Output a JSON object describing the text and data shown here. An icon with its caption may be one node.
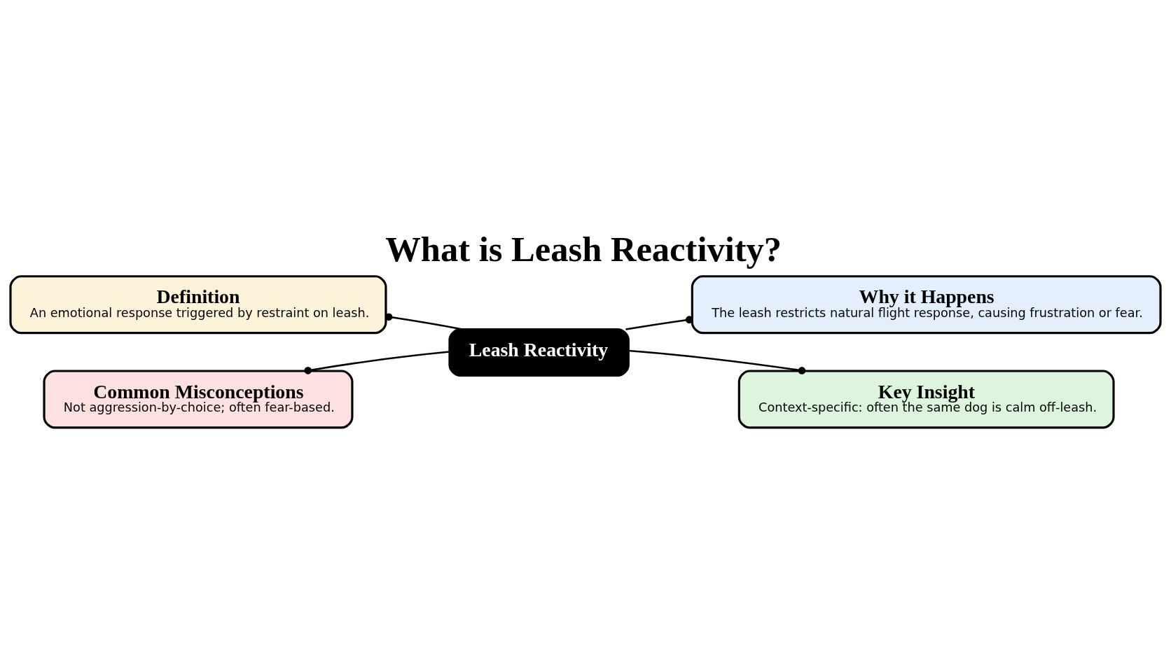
{
  "diagram": {
    "title": "What is Leash Reactivity?",
    "nodes": [
      {
        "text": [
          "Definition",
          "An emotional response triggered by restraint on leash."
        ]
      },
      {
        "text": [
          "Why it Happens",
          "The leash restricts natural flight response, causing frustration or fear."
        ]
      },
      {
        "text": [
          "Leash Reactivity"
        ]
      },
      {
        "text": [
          "Common Misconceptions",
          "Not aggression-by-choice; often fear-based."
        ]
      },
      {
        "text": [
          "Key Insight",
          "Context-specific: often the same dog is calm off-leash."
        ]
      }
    ],
    "edges": [
      {
        "from": 2,
        "to": 0,
        "arrow": "other"
      },
      {
        "from": 2,
        "to": 1,
        "arrow": "other"
      },
      {
        "from": 2,
        "to": 3,
        "arrow": "other"
      },
      {
        "from": 2,
        "to": 4,
        "arrow": "other"
      }
    ]
  }
}
